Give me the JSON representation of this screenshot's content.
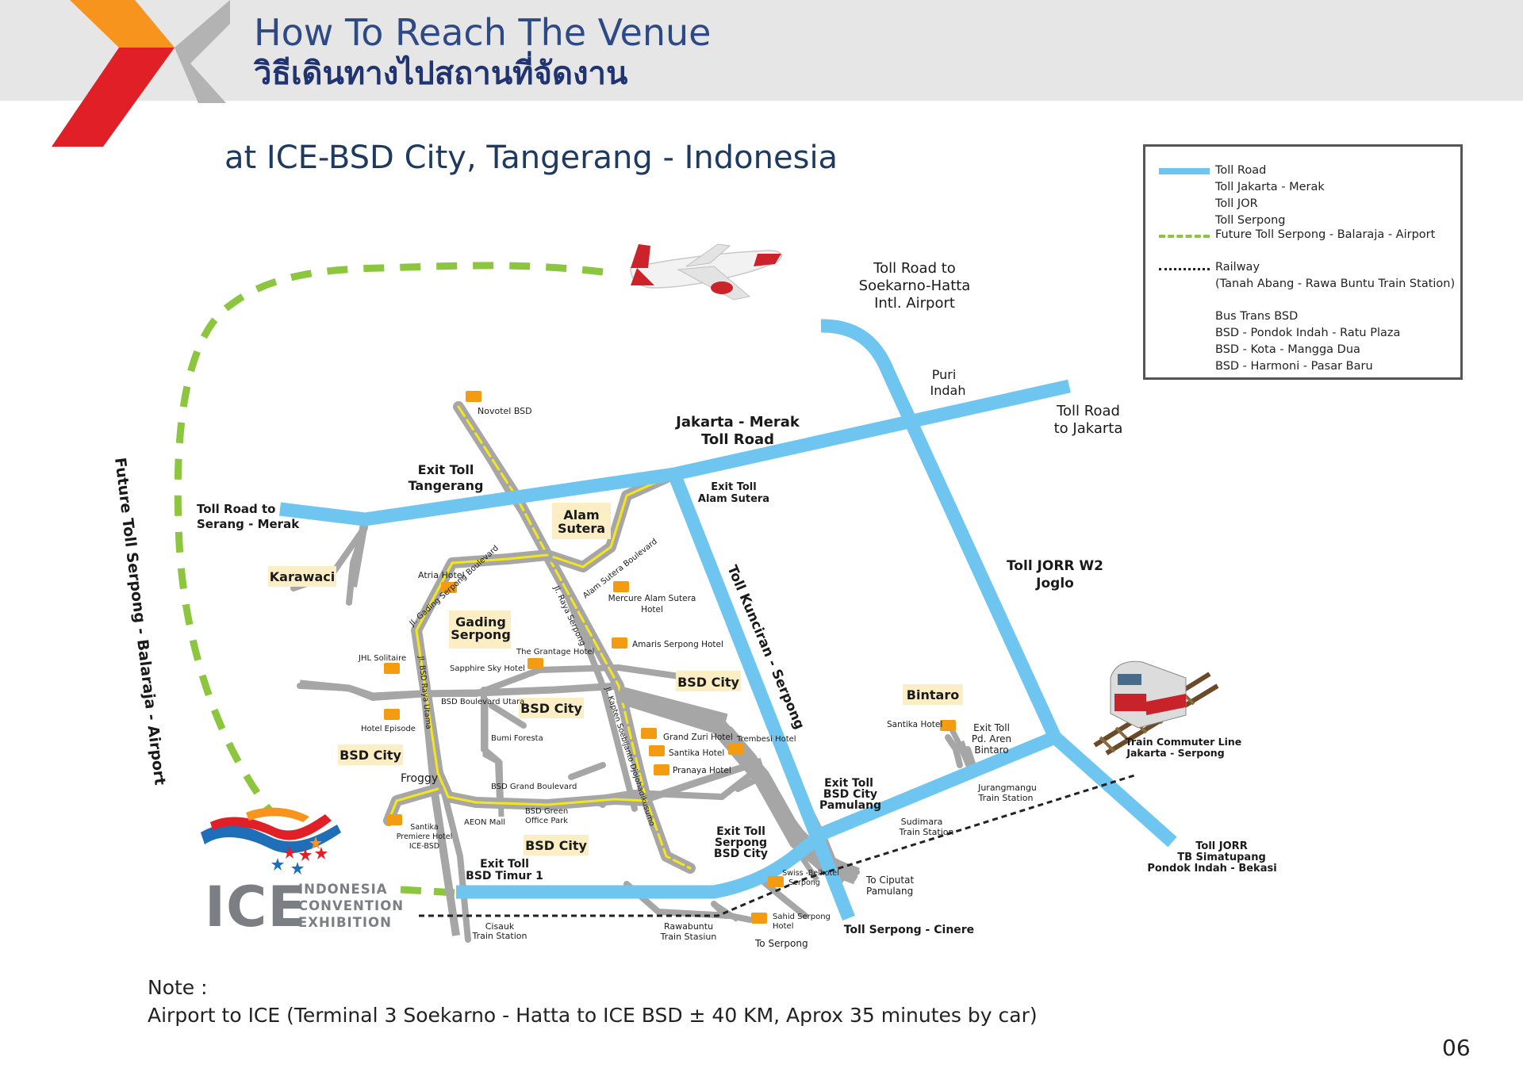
{
  "header": {
    "title_en": "How To Reach The Venue",
    "title_th": "วิธีเดินทางไปสถานที่จัดงาน"
  },
  "subtitle": "at ICE-BSD City, Tangerang - Indonesia",
  "legend": {
    "toll_road": "Toll Road",
    "toll_jakarta_merak": "Toll Jakarta - Merak",
    "toll_jor": "Toll JOR",
    "toll_serpong": "Toll Serpong",
    "future_toll": "Future Toll Serpong - Balaraja - Airport",
    "railway": "Railway",
    "railway_detail": "(Tanah Abang - Rawa Buntu Train Station)",
    "bus": "Bus Trans BSD",
    "bus_route_1": "BSD - Pondok Indah - Ratu Plaza",
    "bus_route_2": "BSD - Kota - Mangga Dua",
    "bus_route_3": "BSD - Harmoni - Pasar Baru"
  },
  "map_labels": {
    "toll_soekarno_1": "Toll Road to",
    "toll_soekarno_2": "Soekarno-Hatta",
    "toll_soekarno_3": "Intl. Airport",
    "puri_1": "Puri",
    "puri_2": "Indah",
    "toll_jakarta_1": "Toll Road",
    "toll_jakarta_2": "to Jakarta",
    "jkt_merak_1": "Jakarta - Merak",
    "jkt_merak_2": "Toll Road",
    "exit_tangerang_1": "Exit Toll",
    "exit_tangerang_2": "Tangerang",
    "exit_alam_1": "Exit Toll",
    "exit_alam_2": "Alam Sutera",
    "serang_1": "Toll Road to",
    "serang_2": "Serang - Merak",
    "karawaci": "Karawaci",
    "alam_sutera_1": "Alam",
    "alam_sutera_2": "Sutera",
    "gading_1": "Gading",
    "gading_2": "Serpong",
    "bsd_city": "BSD City",
    "bintaro": "Bintaro",
    "kunciran": "Toll Kunciran - Serpong",
    "jorr_w2_1": "Toll JORR W2",
    "jorr_w2_2": "Joglo",
    "future_vertical": "Future Toll Serpong - Balaraja - Airport",
    "novotel": "Novotel  BSD",
    "atria": "Atria Hotel",
    "jl_gading": "Jl. Gading Serpong Boulevard",
    "alam_blvd": "Alam Sutera Boulevard",
    "mercure_1": "Mercure Alam Sutera",
    "mercure_2": "Hotel",
    "jl_raya_serpong": "Jl. Raya Serpong",
    "amaris": "Amaris Serpong Hotel",
    "grantage": "The Grantage Hotel",
    "jhl": "JHL Solitaire",
    "sapphire": "Sapphire Sky Hotel",
    "jl_bsd_raya": "Jl. BSD Raya Utama",
    "bsd_blvd_utara": "BSD Boulevard Utara",
    "jl_kapten": "Jl. Kapten Soebijanto Djojohadikusumo",
    "hotel_episode": "Hotel Episode",
    "bumi_foresta": "Bumi Foresta",
    "grand_zuri": "Grand Zuri Hotel",
    "santika_hotel": "Santika Hotel",
    "trembesi": "Trembesi Hotel",
    "pranaya": "Pranaya Hotel",
    "froggy": "Froggy",
    "bsd_grand_blvd": "BSD  Grand Boulevard",
    "santika_premiere_1": "Santika",
    "santika_premiere_2": "Premiere Hotel",
    "santika_premiere_3": "ICE-BSD",
    "aeon": "AEON Mall",
    "bsd_green_1": "BSD Green",
    "bsd_green_2": "Office Park",
    "exit_pamulang_1": "Exit Toll",
    "exit_pamulang_2": "BSD City",
    "exit_pamulang_3": "Pamulang",
    "exit_serpong_1": "Exit Toll",
    "exit_serpong_2": "Serpong",
    "exit_serpong_3": "BSD City",
    "exit_timur_1": "Exit Toll",
    "exit_timur_2": "BSD Timur 1",
    "swiss_1": "Swiss -Belhotel",
    "swiss_2": "Serpong",
    "ciputat_1": "To Ciputat",
    "ciputat_2": "Pamulang",
    "sahid_1": "Sahid Serpong",
    "sahid_2": "Hotel",
    "to_serpong": "To Serpong",
    "cisauk_1": "Cisauk",
    "cisauk_2": "Train Station",
    "rawabuntu_1": "Rawabuntu",
    "rawabuntu_2": "Train Stasiun",
    "toll_serpong_cinere": "Toll Serpong - Cinere",
    "santika_bintaro": "Santika Hotel",
    "exit_aren_1": "Exit Toll",
    "exit_aren_2": "Pd. Aren",
    "exit_aren_3": "Bintaro",
    "jurangmangu_1": "Jurangmangu",
    "jurangmangu_2": "Train Station",
    "sudimara_1": "Sudimara",
    "sudimara_2": "Train Station",
    "train_commuter_1": "Train Commuter Line",
    "train_commuter_2": "Jakarta - Serpong",
    "jorr_tb_1": "Toll JORR",
    "jorr_tb_2": "TB Simatupang",
    "jorr_tb_3": "Pondok Indah - Bekasi"
  },
  "logo": {
    "word": "ICE",
    "line1": "INDONESIA",
    "line2": "CONVENTION",
    "line3": "EXHIBITION"
  },
  "note": {
    "label": "Note :",
    "text": "Airport to ICE (Terminal 3 Soekarno - Hatta to ICE BSD ± 40 KM, Aprox 35 minutes by car)"
  },
  "page_number": "06",
  "colors": {
    "toll_road": "#6ec6f0",
    "future_toll": "#8cc63f",
    "local_road": "#a6a6a6",
    "bus_route": "#f5e61c",
    "hotel_icon": "#f39c12",
    "area_label_bg": "#fbeec4",
    "title": "#2e4a86",
    "brand_red": "#e01f26",
    "brand_orange": "#f7941d"
  }
}
